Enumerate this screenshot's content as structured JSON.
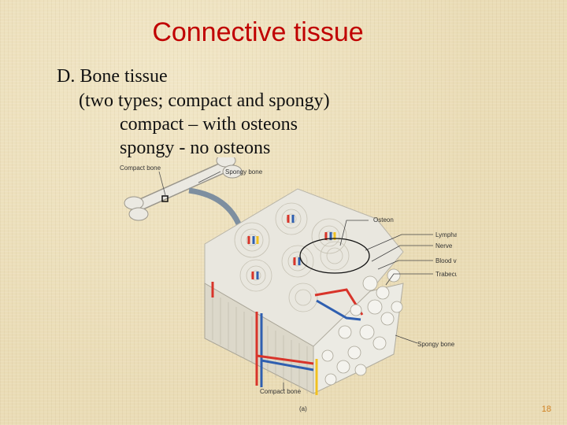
{
  "slide": {
    "title": "Connective tissue",
    "lines": [
      "D. Bone tissue",
      "(two types; compact and spongy)",
      "compact – with osteons",
      "spongy  -  no osteons"
    ],
    "page_number": "18"
  },
  "diagram": {
    "labels": {
      "compact_bone_top": "Compact bone",
      "spongy_bone_top": "Spongy bone",
      "osteon": "Osteon",
      "lymphatic_vessel": "Lymphatic vessel",
      "nerve": "Nerve",
      "blood_vessels": "Blood vessels",
      "trabeculae": "Trabeculae",
      "spongy_bone_side": "Spongy bone",
      "compact_bone_bottom": "Compact bone",
      "panel_letter": "(a)"
    },
    "colors": {
      "title": "#c00000",
      "artery": "#d8342a",
      "vein": "#2f5fb0",
      "nerve": "#f0c020",
      "bone": "#e8e6de",
      "page_number": "#d08020"
    }
  }
}
